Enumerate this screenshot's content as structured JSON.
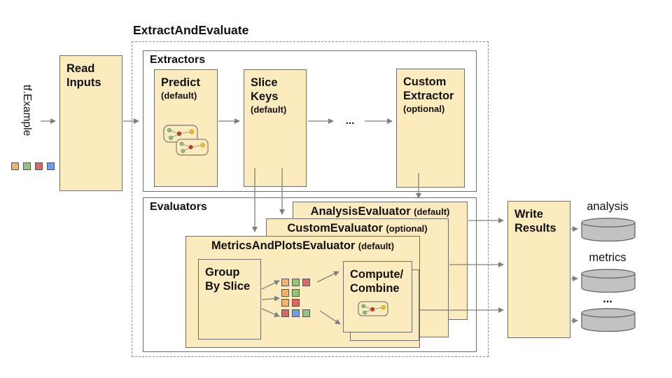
{
  "title": "ExtractAndEvaluate",
  "input": {
    "label": "tf.Example",
    "squares": [
      "orange",
      "green",
      "red",
      "blue"
    ]
  },
  "read_inputs": {
    "label": "Read\nInputs"
  },
  "extractors": {
    "label": "Extractors",
    "predict": {
      "title": "Predict",
      "qualifier": "(default)"
    },
    "slice_keys": {
      "title": "Slice\nKeys",
      "qualifier": "(default)"
    },
    "ellipsis": "...",
    "custom": {
      "title": "Custom\nExtractor",
      "qualifier": "(optional)"
    }
  },
  "evaluators": {
    "label": "Evaluators",
    "analysis": {
      "name": "AnalysisEvaluator",
      "qualifier": "(default)"
    },
    "custom": {
      "name": "CustomEvaluator",
      "qualifier": "(optional)"
    },
    "metrics_plots": {
      "name": "MetricsAndPlotsEvaluator",
      "qualifier": "(default)"
    },
    "group_by_slice": {
      "label": "Group\nBy Slice"
    },
    "compute_combine": {
      "label": "Compute/\nCombine"
    },
    "slice_grid": [
      [
        "orange",
        "green",
        "red"
      ],
      [
        "orange",
        "green"
      ],
      [
        "orange",
        "red"
      ],
      [
        "red",
        "blue",
        "green"
      ]
    ]
  },
  "write_results": {
    "label": "Write\nResults"
  },
  "outputs": {
    "items": [
      {
        "label": "analysis"
      },
      {
        "label": "metrics"
      },
      {
        "label": "..."
      }
    ]
  },
  "colors": {
    "box_fill": "#fcebbd",
    "box_border": "#6e6e6e",
    "arrow": "#7f7f7f",
    "cylinder_fill": "#c2c2c2",
    "cylinder_border": "#666666",
    "orange": "#f6b26b",
    "green": "#93c47d",
    "red": "#e06666",
    "blue": "#6d9eeb"
  }
}
